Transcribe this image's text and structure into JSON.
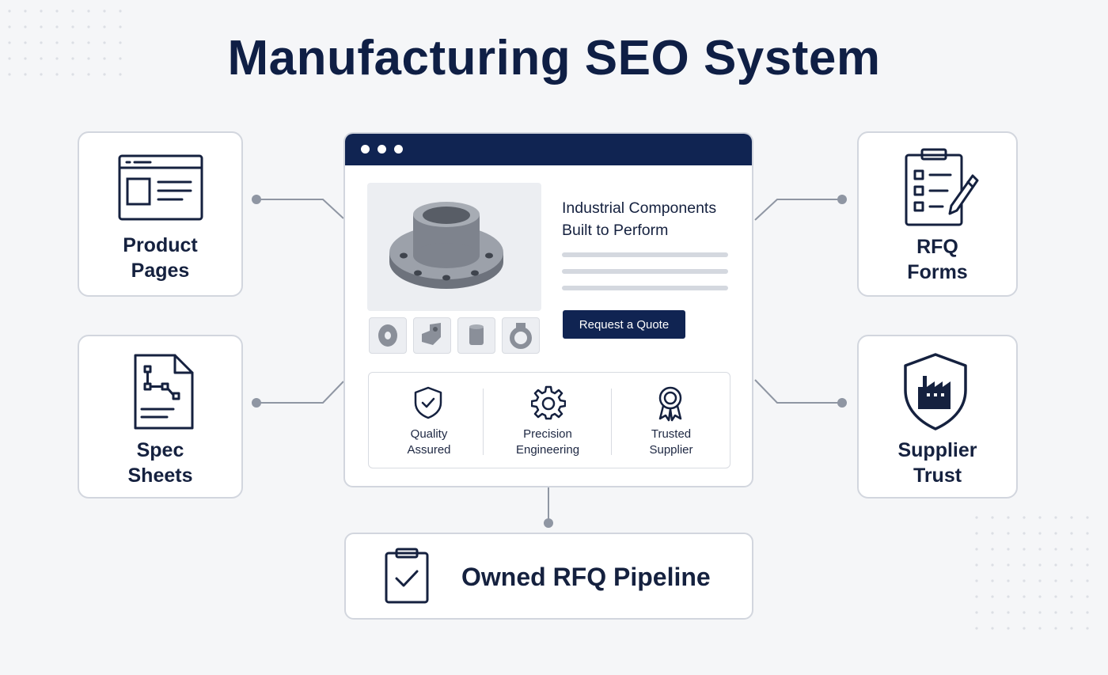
{
  "title": "Manufacturing SEO System",
  "cards": {
    "product_pages": {
      "line1": "Product",
      "line2": "Pages",
      "icon": "browser-window-icon"
    },
    "spec_sheets": {
      "line1": "Spec",
      "line2": "Sheets",
      "icon": "spec-document-icon"
    },
    "rfq_forms": {
      "line1": "RFQ",
      "line2": "Forms",
      "icon": "clipboard-checklist-icon"
    },
    "supplier_trust": {
      "line1": "Supplier",
      "line2": "Trust",
      "icon": "factory-shield-icon"
    }
  },
  "browser": {
    "headline_line1": "Industrial Components",
    "headline_line2": "Built to Perform",
    "cta_label": "Request a Quote",
    "features": [
      {
        "line1": "Quality",
        "line2": "Assured",
        "icon": "shield-check-icon"
      },
      {
        "line1": "Precision",
        "line2": "Engineering",
        "icon": "gear-icon"
      },
      {
        "line1": "Trusted",
        "line2": "Supplier",
        "icon": "award-ribbon-icon"
      }
    ]
  },
  "pipeline": {
    "label": "Owned RFQ Pipeline",
    "icon": "clipboard-check-icon"
  },
  "colors": {
    "navy": "#102452",
    "background": "#f5f6f8",
    "border": "#d2d6de",
    "connector": "#8f96a3",
    "part_gray": "#8a8f99"
  }
}
